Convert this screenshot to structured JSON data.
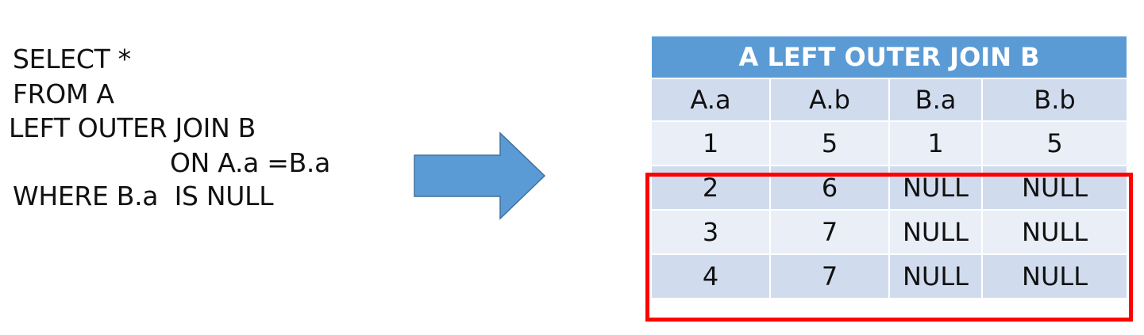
{
  "sql": {
    "lines": [
      "SELECT *",
      "FROM A",
      "LEFT OUTER JOIN B",
      "ON A.a =B.a",
      "WHERE B.a  IS NULL"
    ]
  },
  "arrow": {
    "color": "#5b9bd5",
    "direction": "right"
  },
  "table": {
    "title": "A LEFT OUTER JOIN B",
    "headers": [
      "A.a",
      "A.b",
      "B.a",
      "B.b"
    ],
    "rows": [
      [
        "1",
        "5",
        "1",
        "5"
      ],
      [
        "2",
        "6",
        "NULL",
        "NULL"
      ],
      [
        "3",
        "7",
        "NULL",
        "NULL"
      ],
      [
        "4",
        "7",
        "NULL",
        "NULL"
      ]
    ],
    "highlighted_rows": [
      2,
      3,
      4
    ],
    "highlight_color": "#ff0000",
    "title_color": "#5b9bd5"
  }
}
